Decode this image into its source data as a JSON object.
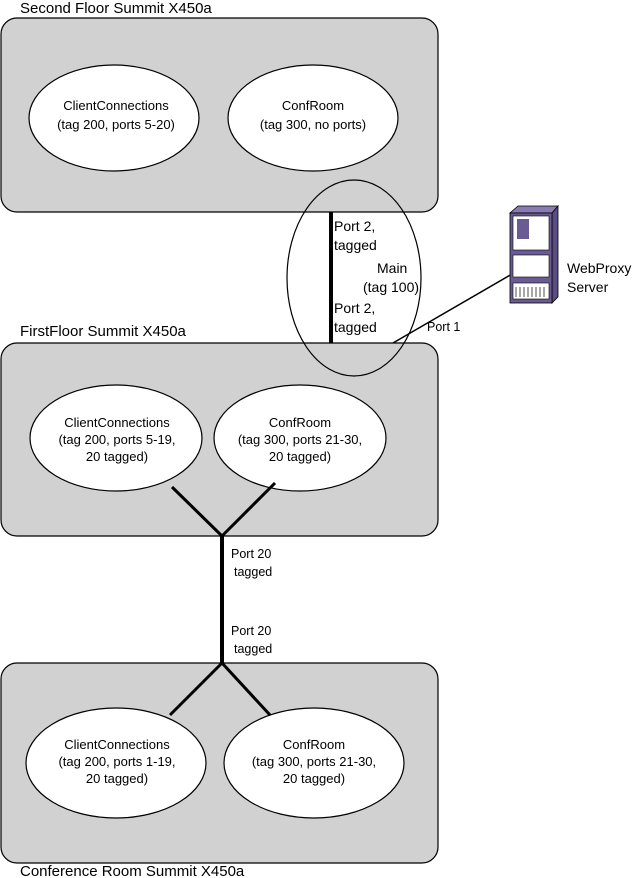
{
  "switches": {
    "second_floor": {
      "title": "Second Floor Summit X450a",
      "vlans": [
        {
          "name": "ClientConnections",
          "detail": [
            "(tag 200, ports 5-20)"
          ]
        },
        {
          "name": "ConfRoom",
          "detail": [
            "(tag 300, no ports)"
          ]
        }
      ]
    },
    "first_floor": {
      "title": "FirstFloor Summit X450a",
      "vlans": [
        {
          "name": "ClientConnections",
          "detail": [
            "(tag 200, ports 5-19,",
            "20 tagged)"
          ]
        },
        {
          "name": "ConfRoom",
          "detail": [
            "(tag 300, ports 21-30,",
            "20 tagged)"
          ]
        }
      ]
    },
    "conference_room": {
      "title": "Conference Room Summit X450a",
      "vlans": [
        {
          "name": "ClientConnections",
          "detail": [
            "(tag 200, ports 1-19,",
            "20 tagged)"
          ]
        },
        {
          "name": "ConfRoom",
          "detail": [
            "(tag 300, ports 21-30,",
            "20 tagged)"
          ]
        }
      ]
    }
  },
  "main_vlan": {
    "port_top": [
      "Port 2,",
      "tagged"
    ],
    "name": [
      "Main",
      "(tag 100)"
    ],
    "port_bottom": [
      "Port 2,",
      "tagged"
    ]
  },
  "webproxy": {
    "label": [
      "WebProxy",
      "Server"
    ],
    "port": "Port 1"
  },
  "trunk": {
    "upper_port": [
      "Port 20",
      "tagged"
    ],
    "lower_port": [
      "Port 20",
      "tagged"
    ]
  },
  "colors": {
    "switch_fill": "#d1d1d1",
    "server_accent": "#6b5b95"
  }
}
